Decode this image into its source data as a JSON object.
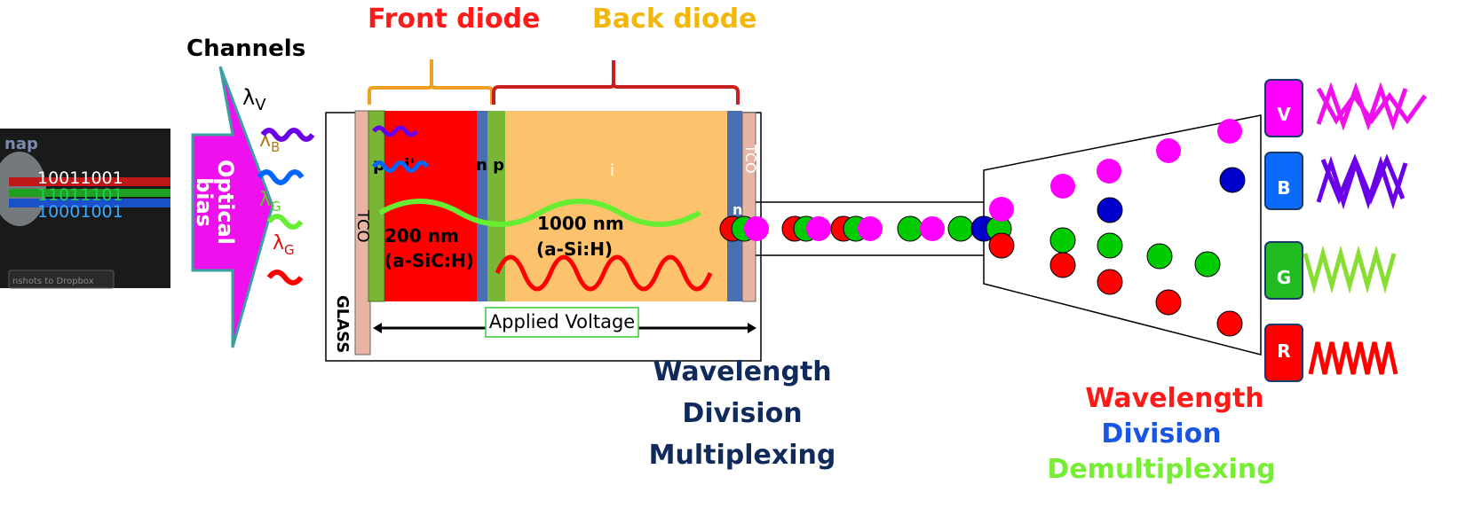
{
  "headings": {
    "front_diode": "Front diode",
    "back_diode": "Back diode",
    "channels": "Channels"
  },
  "source_panel": {
    "fragment_top": "nap",
    "bits": [
      "10011001",
      "11011101",
      "10001001"
    ],
    "button_fragment": "nshots to Dropbox"
  },
  "optical_bias": {
    "line1": "Optical",
    "line2": "bias"
  },
  "lambdas": {
    "violet": {
      "sym": "λ",
      "sub": "V"
    },
    "blue": {
      "sym": "λ",
      "sub": "B"
    },
    "green1": {
      "sym": "λ",
      "sub": "G"
    },
    "green2": {
      "sym": "λ",
      "sub": "G"
    }
  },
  "device": {
    "tco_left": "TCO",
    "glass": "GLASS",
    "front_layer_p": "p",
    "front_layer_i": "i'",
    "junction": "n p",
    "back_layer_i": "i",
    "front_thickness": "200 nm",
    "front_material": "(a-SiC:H)",
    "back_thickness": "1000 nm",
    "back_material": "(a-Si:H)",
    "tco_right": "TCO",
    "n_right": "n",
    "applied_voltage": "Applied Voltage"
  },
  "mux_caption": [
    "Wavelength",
    "Division",
    "Multiplexing"
  ],
  "demux_caption": [
    "Wavelength",
    "Division",
    "Demultiplexing"
  ],
  "outputs": [
    "V",
    "B",
    "G",
    "R"
  ],
  "colors": {
    "red": "#ff0000",
    "magenta": "#ff00ff",
    "blue": "#0000cc",
    "green": "#00cc00",
    "orange_layer": "#fcc36c",
    "green_layer": "#7ab635",
    "navy": "#102a5c",
    "violet_wave": "#6a00e8",
    "blue_wave": "#0066ff",
    "light_green_wave": "#66ee33"
  }
}
